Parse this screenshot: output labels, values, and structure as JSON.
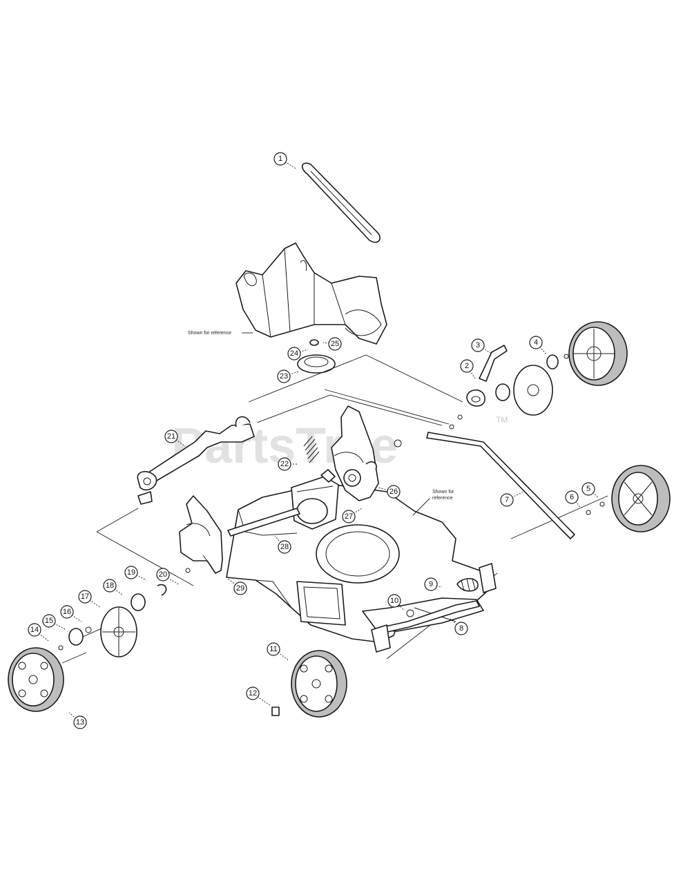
{
  "watermark": {
    "text": "PartsTree",
    "tm": "TM"
  },
  "notes": {
    "reference_top": "Shown for reference",
    "reference_right_1": "Shown for",
    "reference_right_2": "reference"
  },
  "callouts": [
    "1",
    "2",
    "3",
    "4",
    "5",
    "6",
    "7",
    "8",
    "9",
    "10",
    "11",
    "12",
    "13",
    "14",
    "15",
    "16",
    "17",
    "18",
    "19",
    "20",
    "21",
    "22",
    "23",
    "24",
    "25",
    "26",
    "27",
    "28",
    "29"
  ],
  "colors": {
    "line": "#1a1a1a",
    "tread": "#bdbdbd",
    "watermark": "#c8c8c8"
  }
}
